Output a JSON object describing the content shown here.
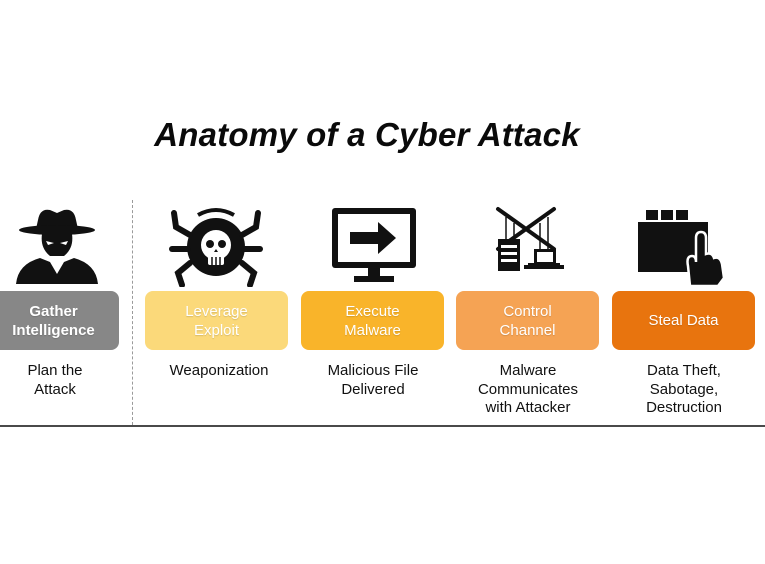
{
  "title": "Anatomy of a Cyber Attack",
  "stages": [
    {
      "label": "Gather\nIntelligence",
      "description": "Plan the\nAttack",
      "color": "#878787",
      "icon": "spy-hacker-icon"
    },
    {
      "label": "Leverage\nExploit",
      "description": "Weaponization",
      "color": "#fbd97a",
      "icon": "skull-bug-icon"
    },
    {
      "label": "Execute\nMalware",
      "description": "Malicious File\nDelivered",
      "color": "#f9b42a",
      "icon": "monitor-arrow-icon"
    },
    {
      "label": "Control\nChannel",
      "description": "Malware\nCommunicates\nwith Attacker",
      "color": "#f5a354",
      "icon": "puppet-devices-icon"
    },
    {
      "label": "Steal Data",
      "description": "Data Theft,\nSabotage,\nDestruction",
      "color": "#e8740e",
      "icon": "folder-hand-icon"
    }
  ]
}
